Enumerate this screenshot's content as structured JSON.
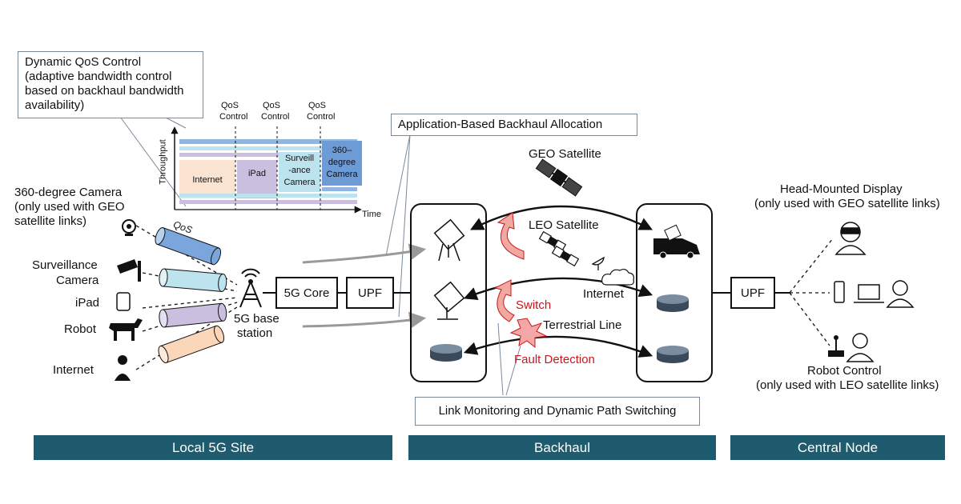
{
  "callouts": {
    "qos": {
      "title": "Dynamic QoS Control",
      "desc_1": "(adaptive bandwidth control",
      "desc_2": "based on backhaul bandwidth",
      "desc_3": "availability)"
    },
    "allocation": "Application-Based Backhaul Allocation",
    "monitoring": "Link Monitoring and Dynamic Path Switching"
  },
  "throughput_chart": {
    "ylabel": "Throughput",
    "xlabel": "Time",
    "control_1": "QoS",
    "control_2": "Control",
    "segments": [
      "Internet",
      "iPad",
      "Surveill",
      "-ance",
      "Camera",
      "360–",
      "degree",
      "Camera"
    ],
    "colors": {
      "internet": "#fbe3d2",
      "ipad": "#cbbfe0",
      "surveillance": "#bde3ee",
      "camera360": "#6d9bd6",
      "band": "#8fb5e3"
    }
  },
  "devices": {
    "camera360": {
      "line1": "360-degree Camera",
      "line2": "(only used with GEO",
      "line3": "satellite links)"
    },
    "surveillance": {
      "line1": "Surveillance",
      "line2": "Camera"
    },
    "ipad": "iPad",
    "robot": "Robot",
    "internet": "Internet",
    "qos_tag": "QoS"
  },
  "local_site": {
    "base_station_1": "5G base",
    "base_station_2": "station",
    "core": "5G Core",
    "upf": "UPF"
  },
  "backhaul": {
    "geo": "GEO Satellite",
    "leo": "LEO Satellite",
    "internet": "Internet",
    "terrestrial": "Terrestrial Line",
    "switch": "Switch",
    "fault": "Fault Detection"
  },
  "central": {
    "upf": "UPF",
    "hmd_1": "Head-Mounted Display",
    "hmd_2": "(only used with GEO satellite links)",
    "robot_1": "Robot Control",
    "robot_2": "(only used with LEO satellite links)"
  },
  "sections": {
    "local": "Local 5G Site",
    "backhaul": "Backhaul",
    "central": "Central Node"
  }
}
